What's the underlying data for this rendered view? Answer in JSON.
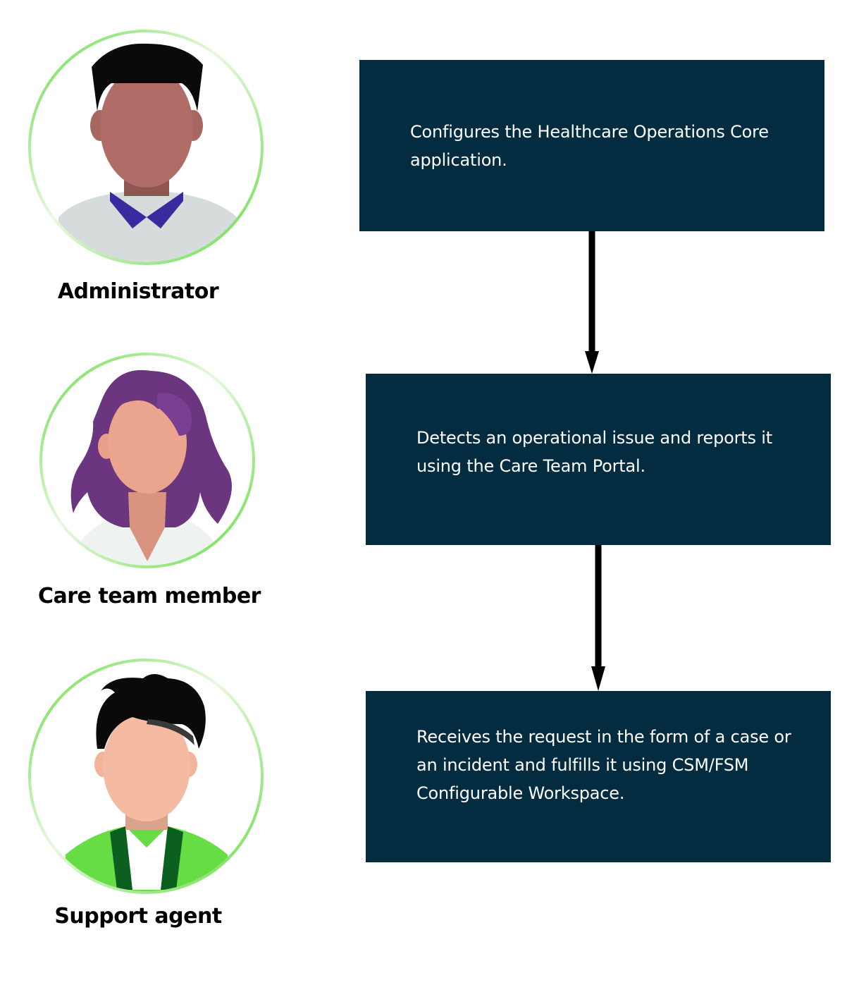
{
  "colors": {
    "box_fill": "#042c40",
    "box_text": "#ffffff",
    "ring_accent": "#66dd44",
    "arrow": "#000000"
  },
  "roles": [
    {
      "label": "Administrator",
      "icon": "administrator-avatar-icon",
      "step": "Configures the Healthcare Operations Core application."
    },
    {
      "label": "Care team member",
      "icon": "care-team-member-avatar-icon",
      "step": "Detects an operational issue and reports it using the Care Team Portal."
    },
    {
      "label": "Support agent",
      "icon": "support-agent-avatar-icon",
      "step": "Receives the request in the form of a case or an incident and fulfills it using CSM/FSM Configurable Workspace."
    }
  ],
  "flow": [
    {
      "from": 0,
      "to": 1
    },
    {
      "from": 1,
      "to": 2
    }
  ]
}
